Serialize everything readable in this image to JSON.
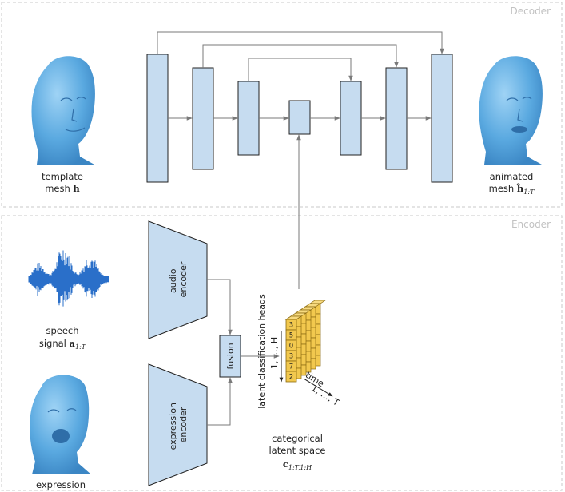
{
  "sections": {
    "decoder_label": "Decoder",
    "encoder_label": "Encoder"
  },
  "decoder": {
    "template": {
      "line1": "template",
      "line2_word": "mesh",
      "line2_symbol": "h"
    },
    "animated": {
      "line1": "animated",
      "line2_word": "mesh",
      "line2_symbol": "ĥ",
      "line2_sub": "1:T"
    }
  },
  "encoder": {
    "speech": {
      "line1": "speech",
      "line2_word": "signal",
      "line2_symbol": "a",
      "line2_sub": "1:T"
    },
    "expression_caption": "expression",
    "audio_encoder": {
      "line1": "audio",
      "line2": "encoder"
    },
    "expression_encoder": {
      "line1": "expression",
      "line2": "encoder"
    },
    "fusion": "fusion"
  },
  "latent": {
    "heads_label": "latent classification heads",
    "heads_range": "1, …, H",
    "time_label": "time",
    "time_range": "1, …, T",
    "digits": [
      "3",
      "5",
      "0",
      "3",
      "7",
      "2"
    ],
    "caption_line1": "categorical",
    "caption_line2": "latent space",
    "caption_symbol": "c",
    "caption_sub": "1:T,1:H"
  },
  "colors": {
    "block_fill": "#c6dcf0",
    "face_fill": "#62aee2",
    "waveform": "#2a6fc9",
    "cube_fill": "#f2c84e",
    "dashed_border": "#c8c8c8"
  }
}
